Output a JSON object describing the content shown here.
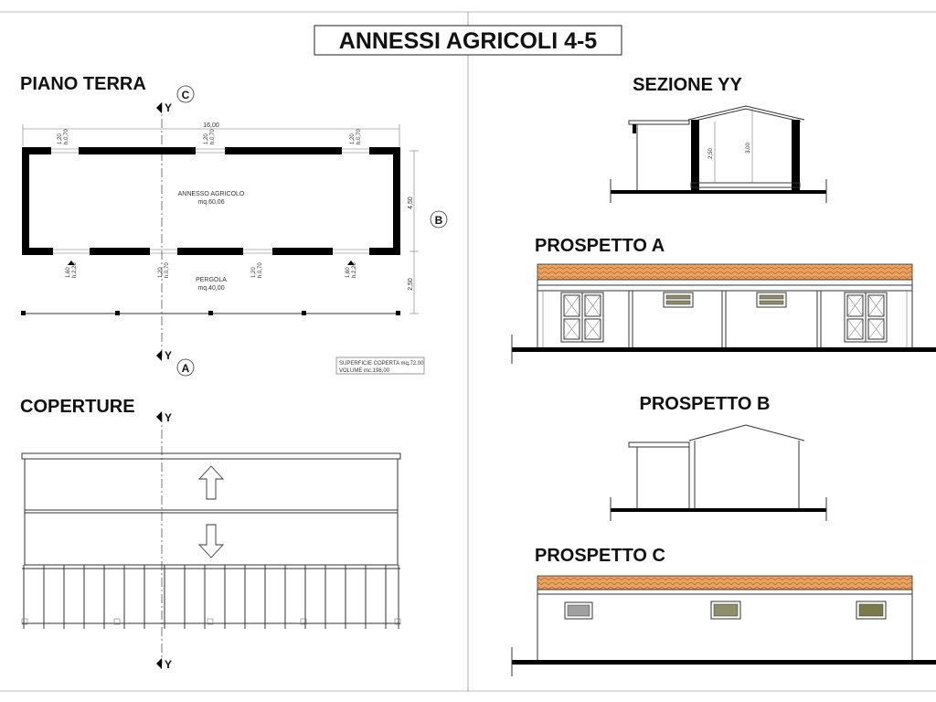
{
  "title": "ANNESSI AGRICOLI 4-5",
  "sections": {
    "piano_terra": "PIANO TERRA",
    "coperture": "COPERTURE",
    "sezione_yy": "SEZIONE YY",
    "prospetto_a": "PROSPETTO A",
    "prospetto_b": "PROSPETTO B",
    "prospetto_c": "PROSPETTO C"
  },
  "refs": {
    "c": "C",
    "b": "B",
    "a": "A",
    "y": "Y"
  },
  "plan": {
    "total_width": "16,00",
    "depth_room": "4,50",
    "depth_pergola": "2,50",
    "room_label": "ANNESSO AGRICOLO",
    "room_area": "mq.60,06",
    "pergola_label": "PERGOLA",
    "pergola_area": "mq.40,00",
    "win_w": "1,20",
    "win_h": "h.0,70",
    "door_w": "1,60",
    "door_h": "h.2,20"
  },
  "summary": {
    "line1": "SUPERFICIE COPERTA mq.72,00",
    "line2": "VOLUME mc.198,00"
  },
  "section_dims": {
    "h1": "2,50",
    "h2": "3,00"
  },
  "colors": {
    "tile": "#e8a262",
    "tile_line": "#b8652b",
    "window_fill": "#8e8e6a"
  }
}
